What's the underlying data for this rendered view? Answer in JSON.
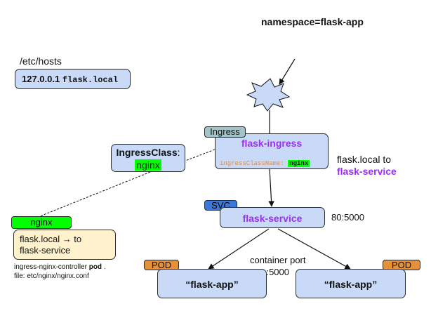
{
  "namespace": "namespace=flask-app",
  "hosts": {
    "path": "/etc/hosts",
    "ip": "127.0.0.1",
    "host": "flask.local"
  },
  "ingress": {
    "tag": "Ingress",
    "name": "flask-ingress",
    "class_key": "ingressClassName:",
    "class_value": "nginx",
    "route_line1": "flask.local to",
    "route_line2": "flask-service"
  },
  "ingress_class": {
    "title": "IngressClass",
    "colon": ":",
    "value": "nginx"
  },
  "nginx": {
    "tag": "nginx",
    "route_line1": "flask.local → to",
    "route_line2": "flask-service",
    "pod_caption_prefix": "ingress-nginx-controller ",
    "pod_caption_bold": "pod",
    "pod_caption_suffix": " .",
    "file_caption": "file: etc/nginx/nginx.conf"
  },
  "service": {
    "tag": "SVC",
    "name": "flask-service",
    "ports": "80:5000"
  },
  "container_port": {
    "line1": "container port",
    "line2": ":5000"
  },
  "pods": [
    {
      "tag": "POD",
      "name": "“flask-app”"
    },
    {
      "tag": "POD",
      "name": "“flask-app”"
    }
  ],
  "colors": {
    "box_blue": "#c9daf8",
    "box_yellow": "#fff2cc",
    "accent_purple": "#9b30f0",
    "nginx_green": "#00ff00",
    "ingress_tag": "#a2c4c9",
    "svc_tag": "#3c78d8",
    "pod_tag": "#e69138"
  }
}
